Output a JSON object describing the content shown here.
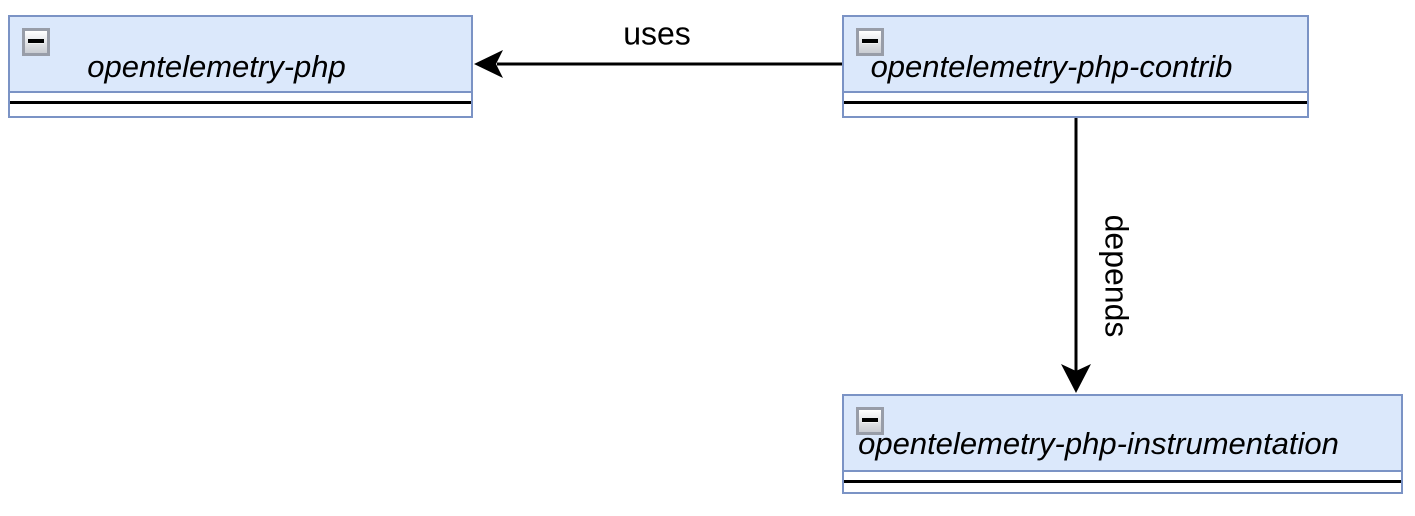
{
  "diagram": {
    "nodes": [
      {
        "id": "opentelemetry-php",
        "label": "opentelemetry-php",
        "collapse_icon": "minus-icon"
      },
      {
        "id": "opentelemetry-php-contrib",
        "label": "opentelemetry-php-contrib",
        "collapse_icon": "minus-icon"
      },
      {
        "id": "opentelemetry-php-instrumentation",
        "label": "opentelemetry-php-instrumentation",
        "collapse_icon": "minus-icon"
      }
    ],
    "edges": [
      {
        "label": "uses",
        "from": "opentelemetry-php-contrib",
        "to": "opentelemetry-php",
        "arrow_direction": "left"
      },
      {
        "label": "depends",
        "from": "opentelemetry-php-contrib",
        "to": "opentelemetry-php-instrumentation",
        "arrow_direction": "down"
      }
    ],
    "colors": {
      "node_fill": "#dbe8fb",
      "node_border": "#7b93c5",
      "separator": "#000000",
      "edge": "#000000",
      "label_text": "#000000"
    }
  }
}
